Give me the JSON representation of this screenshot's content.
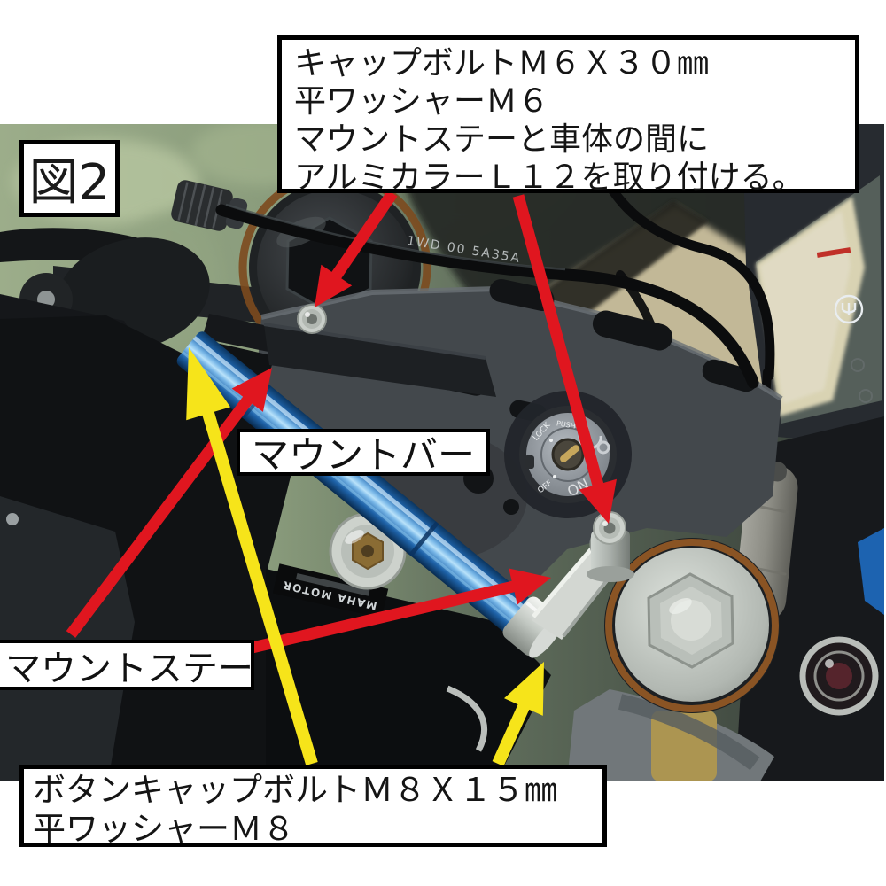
{
  "figure_label": "図2",
  "top_note": {
    "line1": "キャップボルトＭ６Ｘ３０㎜",
    "line2": "平ワッシャーＭ６",
    "line3": "マウントステーと車体の間に",
    "line4": "アルミカラーＬ１２を取り付ける。"
  },
  "part_labels": {
    "mount_bar": "マウントバー",
    "mount_stay": "マウントステー"
  },
  "bottom_note": {
    "line1": "ボタンキャップボルトＭ８Ｘ１５㎜",
    "line2": "平ワッシャーＭ８"
  },
  "photo_text": {
    "ignition_lock": "LOCK",
    "ignition_push": "PUSH",
    "ignition_off": "OFF",
    "ignition_on": "ON",
    "cable_print": "1WD 00  5A35A",
    "sticker_print": "MAHA MOTOR"
  },
  "colors": {
    "arrow_red": "#e0161f",
    "arrow_yellow": "#f6e41a",
    "mount_bar_blue": "#2e7cc9",
    "label_background": "#ffffff",
    "label_border": "#000000"
  }
}
